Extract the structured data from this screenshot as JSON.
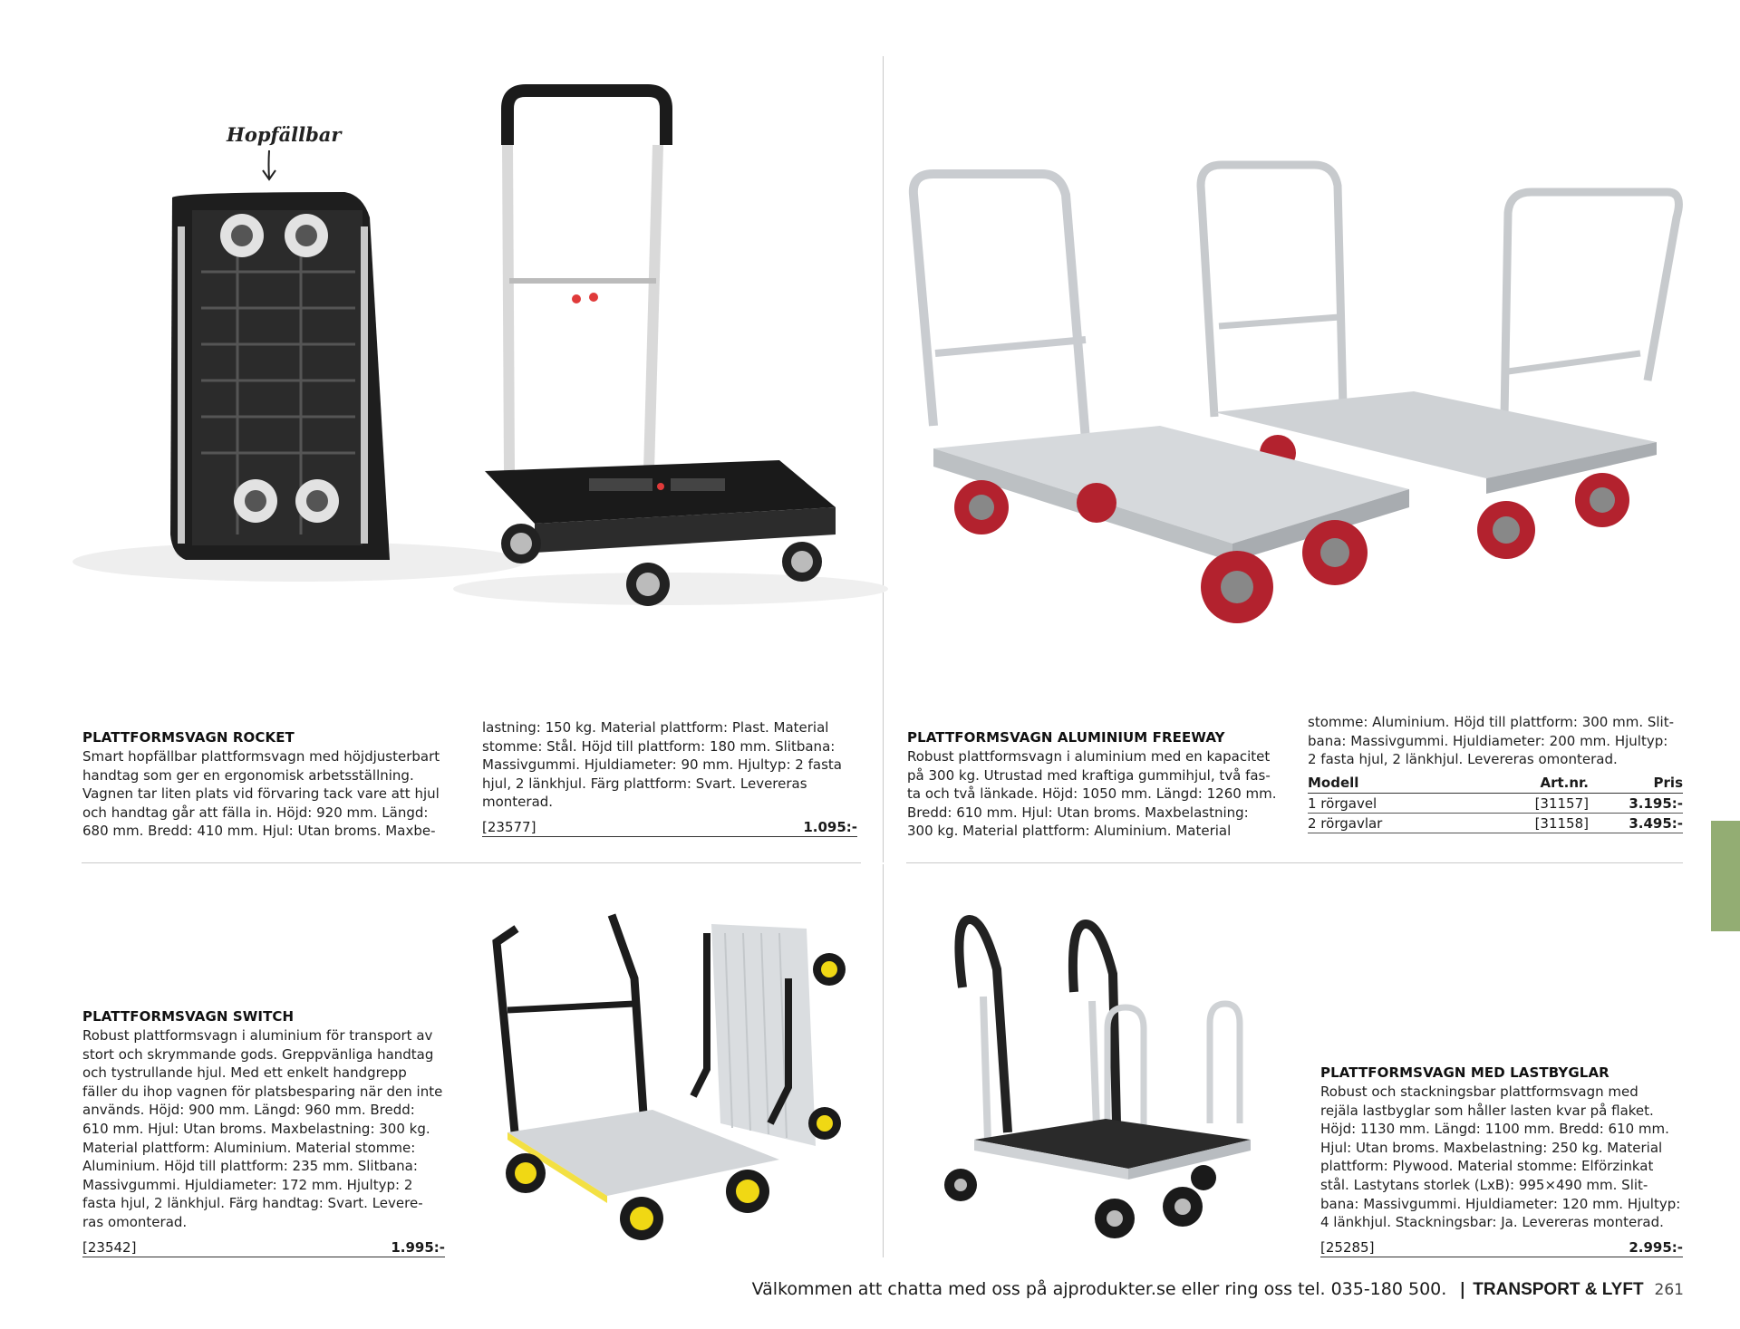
{
  "colors": {
    "section_tab": "#93ad73",
    "wheel_red": "#b3222e",
    "wheel_yellow": "#f0d814",
    "frame_black": "#1c1c1c",
    "aluminium": "#c9cccf"
  },
  "rocket": {
    "callout": "Hopfällbar",
    "title": "PLATTFORMSVAGN ROCKET",
    "text_col1": [
      "Smart hopfällbar plattformsvagn med höjdjusterbart",
      "handtag som ger en ergonomisk arbetsställning.",
      "Vagnen tar liten plats vid förvaring tack vare att hjul",
      "och handtag går att fälla in. Höjd: 920 mm. Längd:",
      "680 mm. Bredd: 410 mm. Hjul: Utan broms. Maxbe-"
    ],
    "text_col2": [
      "lastning: 150 kg. Material plattform: Plast. Material",
      "stomme: Stål. Höjd till plattform: 180 mm. Slitbana:",
      "Massivgummi. Hjuldiameter: 90 mm. Hjultyp: 2 fasta",
      "hjul, 2 länkhjul. Färg plattform: Svart. Levereras",
      "monterad."
    ],
    "art": "[23577]",
    "price": "1.095:-"
  },
  "freeway": {
    "title": "PLATTFORMSVAGN ALUMINIUM FREEWAY",
    "text_col1": [
      "Robust plattformsvagn i aluminium med en kapacitet",
      "på 300 kg. Utrustad med kraftiga gummihjul, två fas-",
      "ta och två länkade. Höjd: 1050 mm. Längd: 1260 mm.",
      "Bredd: 610 mm. Hjul: Utan broms. Maxbelastning:",
      "300 kg. Material plattform: Aluminium. Material"
    ],
    "text_col2": [
      "stomme: Aluminium. Höjd till plattform: 300 mm. Slit-",
      "bana: Massivgummi. Hjuldiameter: 200 mm. Hjultyp:",
      "2 fasta hjul, 2 länkhjul. Levereras omonterad."
    ],
    "table": {
      "headers": [
        "Modell",
        "Art.nr.",
        "Pris"
      ],
      "rows": [
        [
          "1 rörgavel",
          "[31157]",
          "3.195:-"
        ],
        [
          "2 rörgavlar",
          "[31158]",
          "3.495:-"
        ]
      ]
    }
  },
  "switch": {
    "title": "PLATTFORMSVAGN SWITCH",
    "text": [
      "Robust plattformsvagn i aluminium för transport av",
      "stort och skrymmande gods. Greppvänliga handtag",
      "och tystrullande hjul. Med ett enkelt handgrepp",
      "fäller du ihop vagnen för platsbesparing när den inte",
      "används. Höjd: 900 mm. Längd: 960 mm. Bredd:",
      "610 mm. Hjul: Utan broms. Maxbelastning: 300 kg.",
      "Material plattform: Aluminium. Material stomme:",
      "Aluminium. Höjd till plattform: 235 mm. Slitbana:",
      "Massivgummi. Hjuldiameter: 172 mm. Hjultyp: 2",
      "fasta hjul, 2 länkhjul. Färg handtag: Svart. Levere-",
      "ras omonterad."
    ],
    "art": "[23542]",
    "price": "1.995:-"
  },
  "lastbyglar": {
    "title": "PLATTFORMSVAGN MED LASTBYGLAR",
    "text": [
      "Robust och stackningsbar plattformsvagn med",
      "rejäla lastbyglar som håller lasten kvar på flaket.",
      "Höjd: 1130 mm. Längd: 1100 mm. Bredd: 610 mm.",
      "Hjul: Utan broms. Maxbelastning: 250 kg. Material",
      "plattform: Plywood. Material stomme: Elförzinkat",
      "stål. Lastytans storlek (LxB): 995×490 mm. Slit-",
      "bana: Massivgummi. Hjuldiameter: 120 mm. Hjultyp:",
      "4 länkhjul. Stackningsbar: Ja. Levereras monterad."
    ],
    "art": "[25285]",
    "price": "2.995:-"
  },
  "footer": {
    "contact": "Välkommen att chatta med oss på ajprodukter.se eller ring oss tel. 035-180 500.",
    "separator": "|",
    "section": "TRANSPORT & LYFT",
    "page": "261"
  }
}
